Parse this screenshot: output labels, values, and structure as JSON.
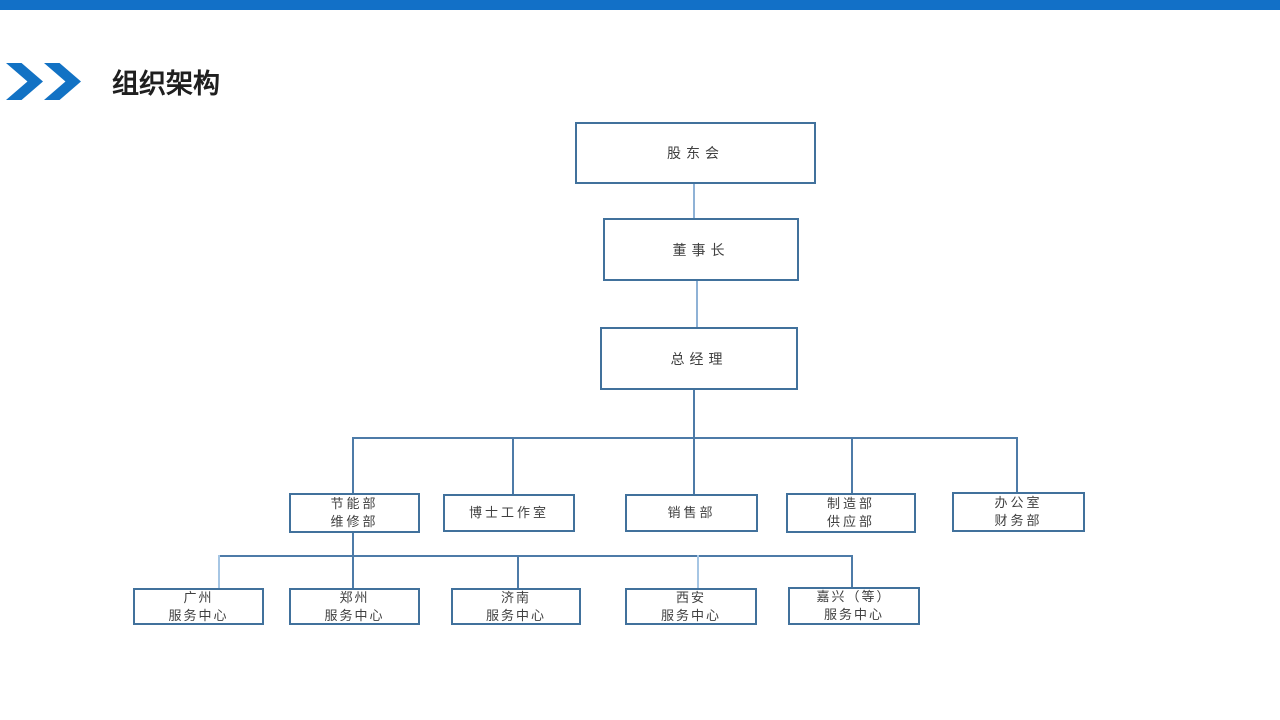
{
  "header": {
    "title": "组织架构"
  },
  "theme": {
    "accent_blue": "#1272C4",
    "top_bar_blue": "#1270C7",
    "box_border_blue": "#41719C",
    "connector_blue": "#4D7BA8",
    "connector_light_blue": "#A6C6E4",
    "node_text_color": "#404040",
    "title_text_color": "#1F1F1F"
  },
  "org_chart": {
    "shareholders": {
      "label": "股东会"
    },
    "chairman": {
      "label": "董事长"
    },
    "general_manager": {
      "label": "总经理"
    },
    "departments": [
      {
        "lines": [
          "节能部",
          "维修部"
        ]
      },
      {
        "lines": [
          "博士工作室"
        ]
      },
      {
        "lines": [
          "销售部"
        ]
      },
      {
        "lines": [
          "制造部",
          "供应部"
        ]
      },
      {
        "lines": [
          "办公室",
          "财务部"
        ]
      }
    ],
    "service_centers": [
      {
        "lines": [
          "广州",
          "服务中心"
        ]
      },
      {
        "lines": [
          "郑州",
          "服务中心"
        ]
      },
      {
        "lines": [
          "济南",
          "服务中心"
        ]
      },
      {
        "lines": [
          "西安",
          "服务中心"
        ]
      },
      {
        "lines": [
          "嘉兴（等）",
          "服务中心"
        ]
      }
    ]
  }
}
